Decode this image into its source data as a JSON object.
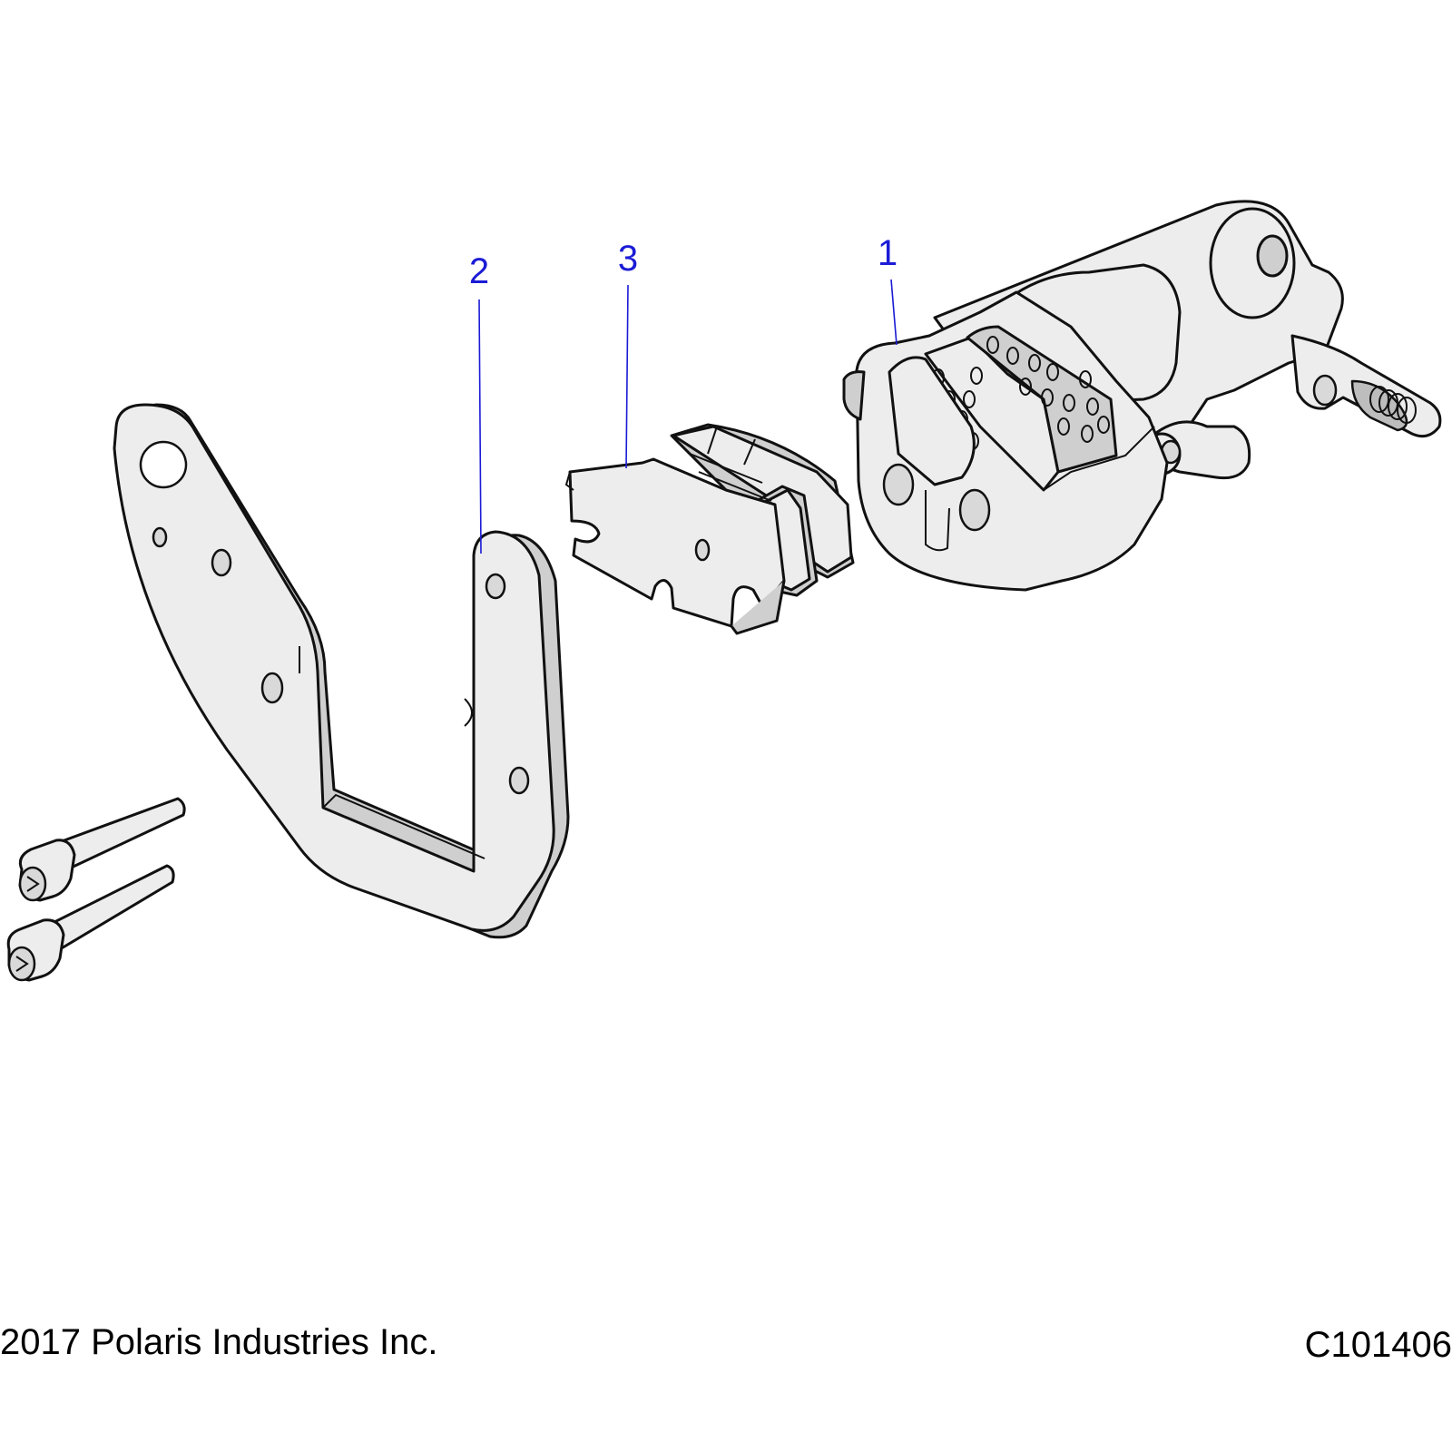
{
  "callouts": [
    {
      "number": "1",
      "part": "brake-caliper"
    },
    {
      "number": "2",
      "part": "caliper-mounting-bracket"
    },
    {
      "number": "3",
      "part": "brake-pad-set"
    }
  ],
  "footer": {
    "copyright": "2017 Polaris Industries Inc.",
    "drawing_code": "C101406"
  },
  "colors": {
    "callout": "#1b1bd6",
    "part_fill": "#ededed",
    "outline": "#111111"
  }
}
